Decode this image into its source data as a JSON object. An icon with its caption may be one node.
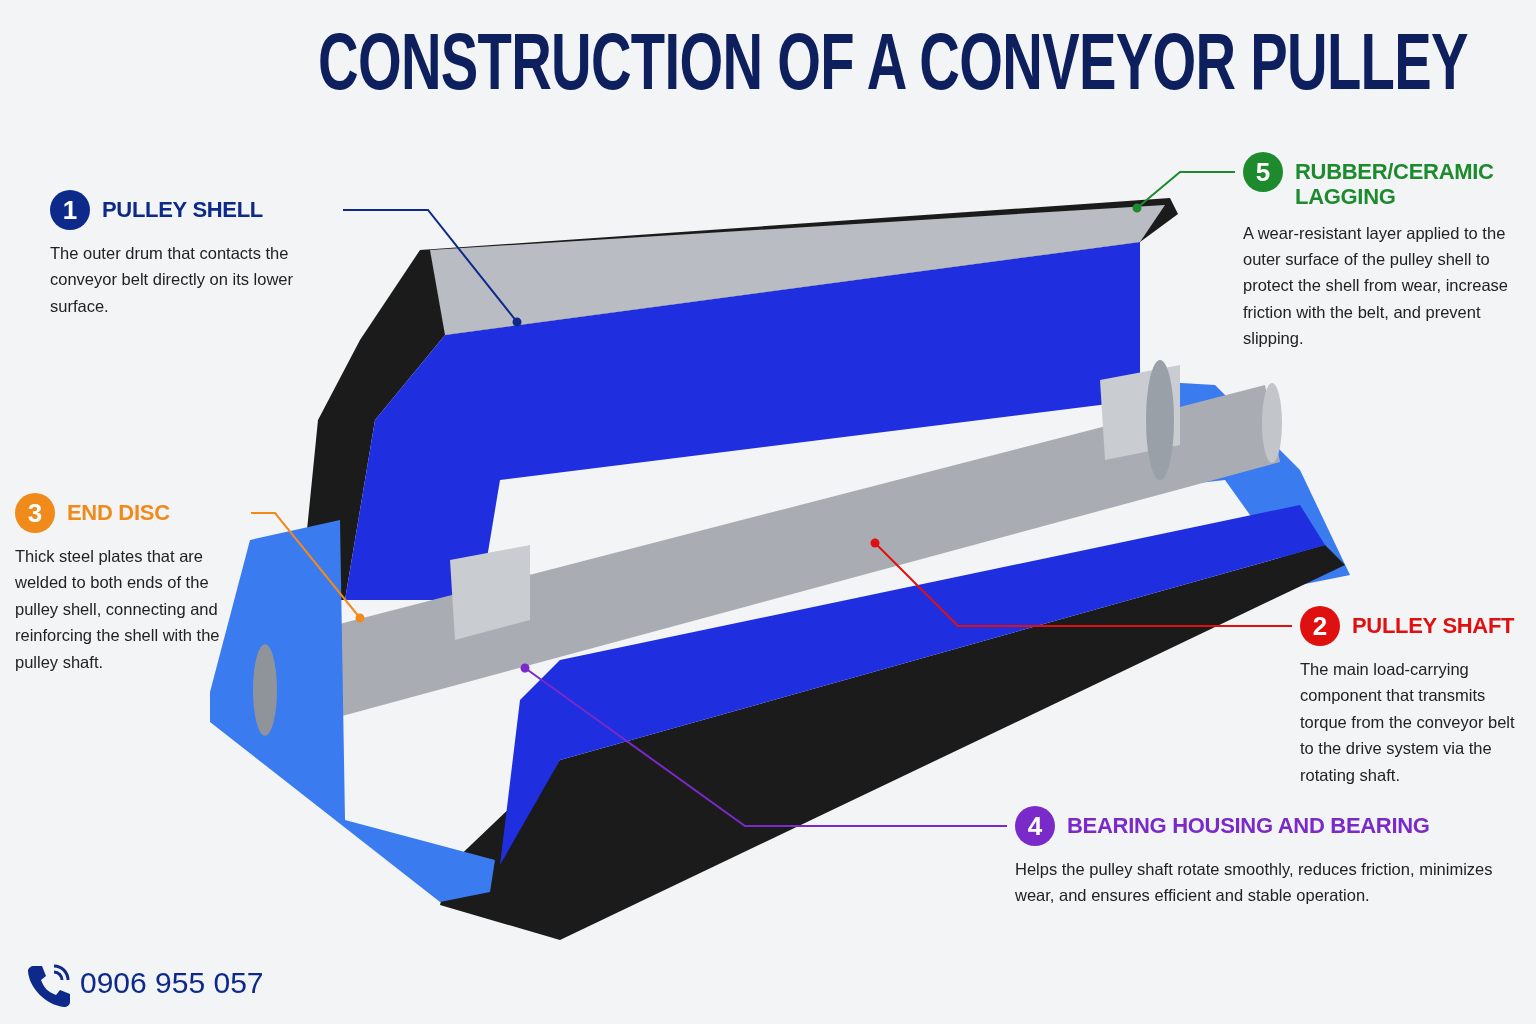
{
  "diagram": {
    "title": "CONSTRUCTION OF A CONVEYOR PULLEY",
    "nodes": [
      {
        "text": [
          "1",
          "PULLEY SHELL",
          "The outer drum that contacts the conveyor belt directly on its lower surface."
        ]
      },
      {
        "text": [
          "5",
          "RUBBER/CERAMIC LAGGING",
          "A wear-resistant layer applied to the outer surface of the pulley shell to protect the shell from wear, increase friction with the belt, and prevent slipping."
        ]
      },
      {
        "text": [
          "3",
          "END DISC",
          "Thick steel plates that are welded to both ends of the pulley shell, connecting and reinforcing the shell with the pulley shaft."
        ]
      },
      {
        "text": [
          "2",
          "PULLEY SHAFT",
          "The main load-carrying component that transmits torque from the conveyor belt to the drive system via the rotating shaft."
        ]
      },
      {
        "text": [
          "4",
          "BEARING HOUSING AND BEARING",
          "Helps the pulley shaft rotate smoothly, reduces friction, minimizes wear, and ensures efficient and stable operation."
        ]
      }
    ],
    "edges": [
      {
        "from": 0,
        "to": null,
        "arrow": "other",
        "color": "#0d2a8a"
      },
      {
        "from": 1,
        "to": null,
        "arrow": "other",
        "color": "#1e8a2e"
      },
      {
        "from": 2,
        "to": null,
        "arrow": "other",
        "color": "#f08a1a"
      },
      {
        "from": 3,
        "to": null,
        "arrow": "other",
        "color": "#e01010"
      },
      {
        "from": 4,
        "to": null,
        "arrow": "other",
        "color": "#7a2ac8"
      }
    ],
    "labels": [
      "0906 955 057"
    ]
  }
}
